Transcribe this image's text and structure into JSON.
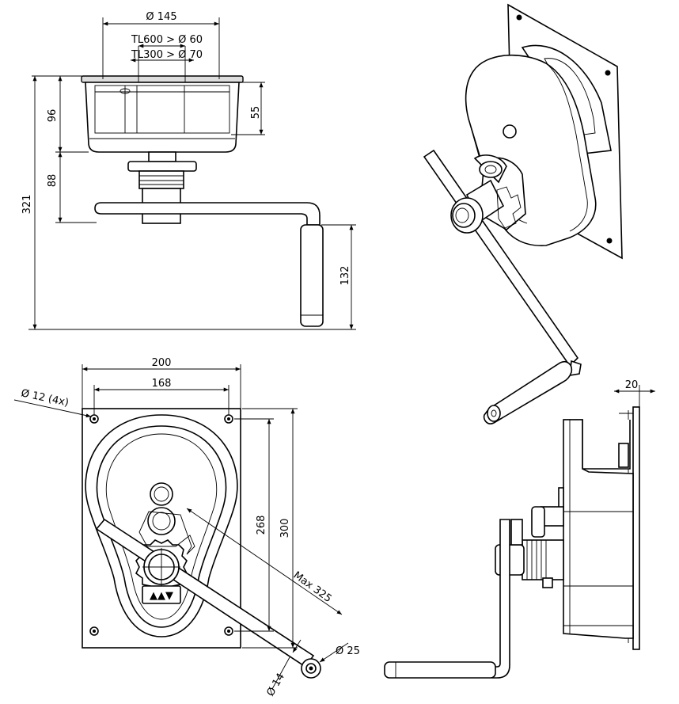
{
  "drawing": {
    "views": [
      "top-view",
      "front-view",
      "isometric-view",
      "side-view"
    ]
  },
  "dimensions": {
    "top_diameter": "Ø 145",
    "tl600": "TL600 > Ø 60",
    "tl300": "TL300 > Ø 70",
    "height_96": "96",
    "height_88": "88",
    "height_321": "321",
    "height_55": "55",
    "handle_132": "132",
    "width_200": "200",
    "width_168": "168",
    "holes": "Ø 12 (4x)",
    "height_268": "268",
    "height_300": "300",
    "max_reach": "Max 325",
    "knob_25": "Ø 25",
    "shaft_14": "Ø 14",
    "plate_20": "20"
  }
}
